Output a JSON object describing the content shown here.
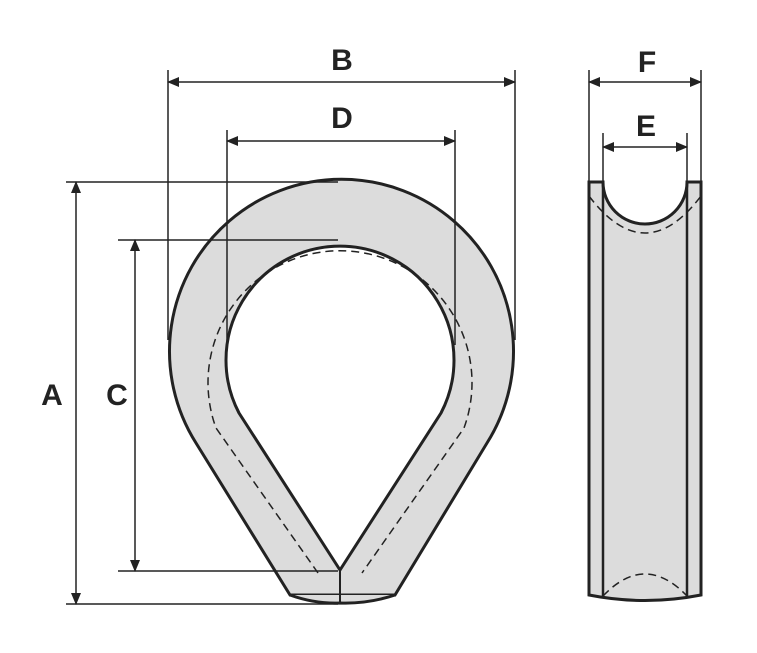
{
  "colors": {
    "outline": "#222222",
    "fill": "#dcdcdc",
    "background": "#ffffff"
  },
  "labels": {
    "A": "A",
    "B": "B",
    "C": "C",
    "D": "D",
    "E": "E",
    "F": "F"
  }
}
